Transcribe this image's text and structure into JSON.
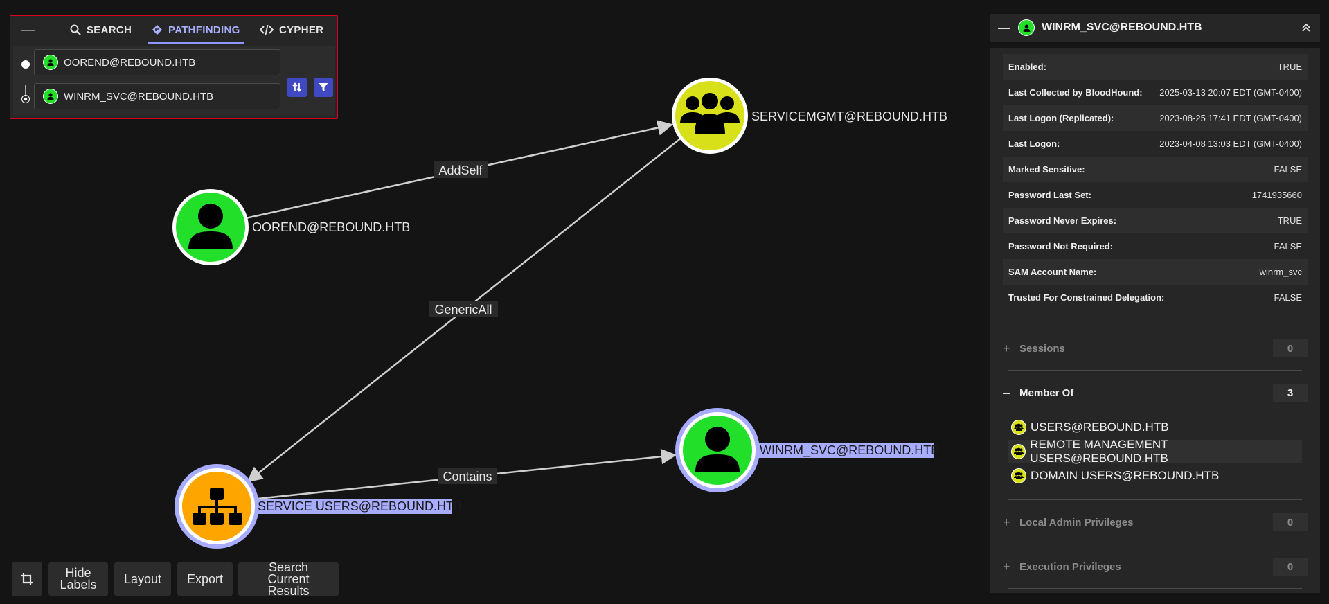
{
  "pathfinding": {
    "tabs": [
      {
        "label": "SEARCH"
      },
      {
        "label": "PATHFINDING"
      },
      {
        "label": "CYPHER"
      }
    ],
    "source": "OOREND@REBOUND.HTB",
    "target": "WINRM_SVC@REBOUND.HTB"
  },
  "graph": {
    "nodes": [
      {
        "id": "oorend",
        "label": "OOREND@REBOUND.HTB",
        "kind": "user",
        "color": "#22e02a",
        "highlighted": false
      },
      {
        "id": "servicemgmt",
        "label": "SERVICEMGMT@REBOUND.HTB",
        "kind": "group",
        "color": "#d8e019",
        "highlighted": false
      },
      {
        "id": "serviceusers",
        "label": "SERVICE USERS@REBOUND.HTB",
        "kind": "ou",
        "color": "#ffa500",
        "highlighted": true
      },
      {
        "id": "winrm",
        "label": "WINRM_SVC@REBOUND.HTB",
        "kind": "user",
        "color": "#22e02a",
        "highlighted": true
      }
    ],
    "edges": [
      {
        "label": "AddSelf",
        "from": "oorend",
        "to": "servicemgmt"
      },
      {
        "label": "GenericAll",
        "from": "servicemgmt",
        "to": "serviceusers"
      },
      {
        "label": "Contains",
        "from": "serviceusers",
        "to": "winrm"
      }
    ],
    "colors": {
      "highlight": "#a8acff",
      "edge": "#cfcfcf"
    }
  },
  "toolbar": {
    "hide_labels": "Hide Labels",
    "layout": "Layout",
    "export": "Export",
    "search_current": "Search Current Results"
  },
  "entity": {
    "title": "WINRM_SVC@REBOUND.HTB",
    "properties": [
      {
        "label": "Enabled:",
        "value": "TRUE"
      },
      {
        "label": "Last Collected by BloodHound:",
        "value": "2025-03-13 20:07 EDT (GMT-0400)"
      },
      {
        "label": "Last Logon (Replicated):",
        "value": "2023-08-25 17:41 EDT (GMT-0400)"
      },
      {
        "label": "Last Logon:",
        "value": "2023-04-08 13:03 EDT (GMT-0400)"
      },
      {
        "label": "Marked Sensitive:",
        "value": "FALSE"
      },
      {
        "label": "Password Last Set:",
        "value": "1741935660"
      },
      {
        "label": "Password Never Expires:",
        "value": "TRUE"
      },
      {
        "label": "Password Not Required:",
        "value": "FALSE"
      },
      {
        "label": "SAM Account Name:",
        "value": "winrm_svc"
      },
      {
        "label": "Trusted For Constrained Delegation:",
        "value": "FALSE"
      }
    ],
    "sections": {
      "sessions": {
        "title": "Sessions",
        "count": "0"
      },
      "member_of": {
        "title": "Member Of",
        "count": "3"
      },
      "local_admin": {
        "title": "Local Admin Privileges",
        "count": "0"
      },
      "execution": {
        "title": "Execution Privileges",
        "count": "0"
      }
    },
    "member_of": [
      {
        "name": "USERS@REBOUND.HTB"
      },
      {
        "name": "REMOTE MANAGEMENT USERS@REBOUND.HTB"
      },
      {
        "name": "DOMAIN USERS@REBOUND.HTB"
      }
    ]
  }
}
